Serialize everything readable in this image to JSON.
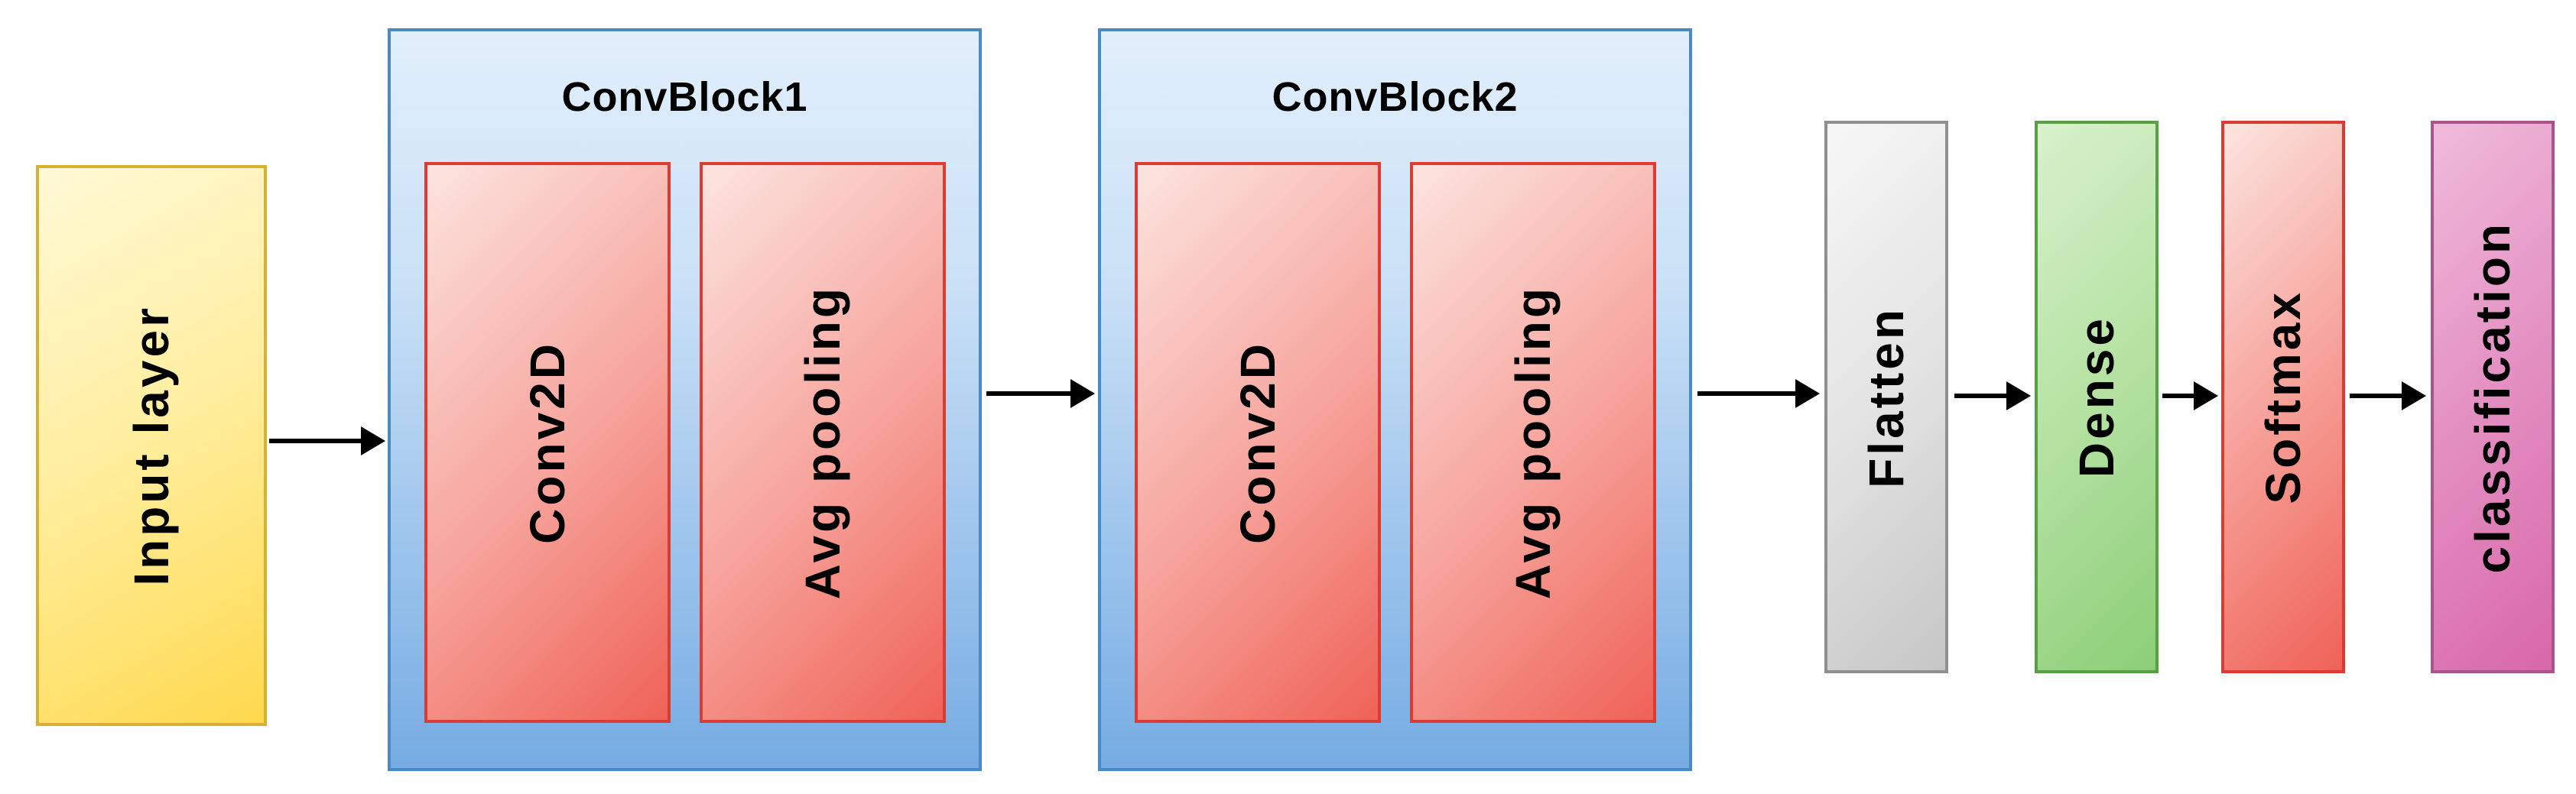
{
  "diagram": {
    "type": "flow",
    "description": "CNN architecture pipeline diagram",
    "input_label": "Input layer",
    "conv_blocks": [
      {
        "title": "ConvBlock1",
        "layers": [
          "Conv2D",
          "Avg pooling"
        ]
      },
      {
        "title": "ConvBlock2",
        "layers": [
          "Conv2D",
          "Avg pooling"
        ]
      }
    ],
    "tail_layers": [
      "Flatten",
      "Dense",
      "Softmax",
      "classification"
    ],
    "palette": {
      "background": "#FFFFFF",
      "text_color": "#000000",
      "arrow_color": "#000000",
      "input_fill_light": "#FFF9D6",
      "input_fill_dark": "#FFD94E",
      "input_border": "#D8B22F",
      "convblock_fill_top": "#E2EFFB",
      "convblock_fill_bottom": "#76ACE3",
      "convblock_border": "#4A89C7",
      "conv_layer_fill_light": "#FCE4E0",
      "conv_layer_fill_dark": "#EF6257",
      "conv_layer_border": "#DC3B31",
      "flatten_fill_light": "#F7F7F7",
      "flatten_fill_dark": "#C6C6C6",
      "flatten_border": "#8F8F8F",
      "dense_fill_light": "#D9F1CD",
      "dense_fill_dark": "#8CCE77",
      "dense_border": "#57A144",
      "softmax_fill_light": "#FCE4E0",
      "softmax_fill_dark": "#EF6257",
      "softmax_border": "#DC3B31",
      "classification_fill_light": "#EFBBDA",
      "classification_fill_dark": "#D868A9",
      "classification_border": "#A8548F"
    }
  }
}
